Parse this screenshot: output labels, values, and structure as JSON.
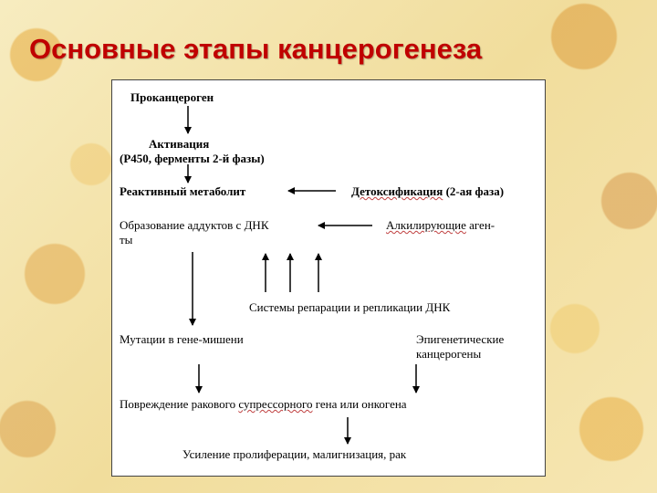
{
  "slide": {
    "title": "Основные этапы канцерогенеза"
  },
  "diagram": {
    "procarcinogen": "Проканцероген",
    "activation_line1": "Активация",
    "activation_line2": "(Р450, ферменты 2-й фазы)",
    "reactive_metabolite": "Реактивный метаболит",
    "detox_word": "Детоксификация",
    "detox_rest": " (2-ая фаза)",
    "adducts_line1": "Образование аддуктов с ДНК",
    "adducts_line2": "ты",
    "alkyl_word": "Алкилирующие",
    "alkyl_rest": " аген-",
    "repair_systems": "Системы репарации и репликации ДНК",
    "mutations": "Мутации в гене-мишени",
    "epigenetic_line1": "Эпигенетические",
    "epigenetic_line2": "канцерогены",
    "damage_pre": "Повреждение ракового ",
    "damage_word": "супрессорного",
    "damage_post": " гена или онкогена",
    "proliferation": "Усиление пролиферации, малигнизация, рак"
  }
}
